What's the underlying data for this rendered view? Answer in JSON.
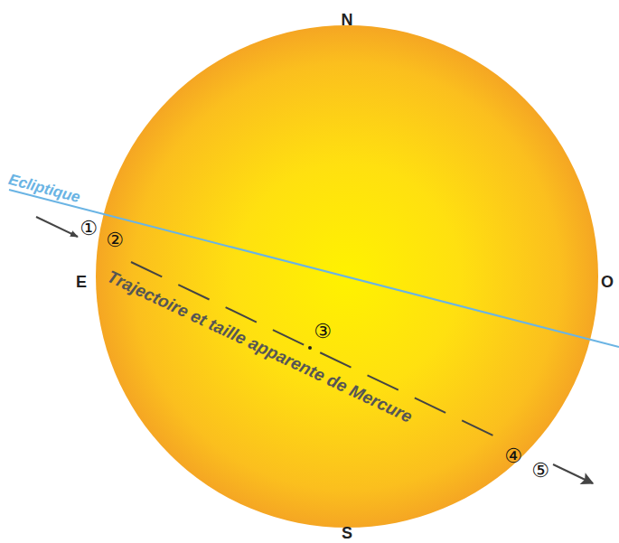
{
  "diagram": {
    "labels": [
      "N",
      "E",
      "O",
      "S",
      "Ecliptique",
      "Trajectoire et taille apparente de Mercure",
      "①",
      "②",
      "③",
      "④",
      "⑤"
    ]
  }
}
